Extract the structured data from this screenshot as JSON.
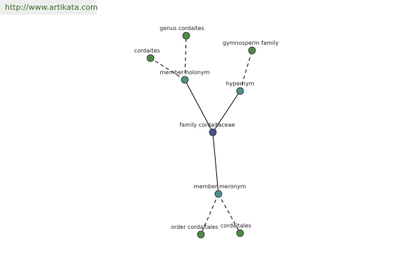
{
  "site": {
    "url_text": "http://www.artikata.com"
  },
  "graph": {
    "colors": {
      "focus_node": "#44508a",
      "relation_node": "#4d8f8a",
      "word_node": "#4e8a45"
    },
    "nodes": {
      "center": "family cordaitaceae",
      "member_holonym": "member holonym",
      "hypernym": "hypernym",
      "member_meronym": "member meronym",
      "genus_cordaites": "genus cordaites",
      "cordaites": "cordaites",
      "gymnosperm_family": "gymnosperm family",
      "order_cordaitales": "order cordaitales",
      "cordaitales": "cordaitales"
    }
  }
}
